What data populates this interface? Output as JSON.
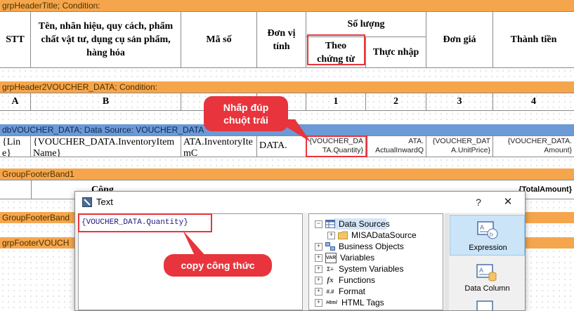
{
  "bands": {
    "header_title": "grpHeaderTitle; Condition:",
    "header2": "grpHeader2VOUCHER_DATA; Condition:",
    "data": "dbVOUCHER_DATA; Data Source: VOUCHER_DATA",
    "footer1": "GroupFooterBand1",
    "footer2": "GroupFooterBand",
    "footer3": "grpFooterVOUCH"
  },
  "columns": {
    "stt": "STT",
    "name": "Tên, nhãn hiệu, quy cách, phẩm chất vật tư, dụng cụ sản phẩm, hàng hóa",
    "code": "Mã số",
    "unit": "Đơn vị tính",
    "quantity_group": "Số lượng",
    "qty_voucher": "Theo chứng từ",
    "qty_actual": "Thực nhập",
    "price": "Đơn giá",
    "amount": "Thành tiền"
  },
  "index_row": [
    "A",
    "B",
    "",
    "",
    "1",
    "2",
    "3",
    "4"
  ],
  "data_row": {
    "stt": "{Line}",
    "name": "{VOUCHER_DATA.InventoryItemName}",
    "code": "ATA.InventoryItemC",
    "unit": "DATA.",
    "qty_voucher": "{VOUCHER_DATA.Quantity}",
    "qty_actual_line1": "ATA.",
    "qty_actual_line2": "ActualInwardQ",
    "price_line1": "{VOUCHER_DAT",
    "price_line2": "A.UnitPrice}",
    "amount_line1": "{VOUCHER_DATA.",
    "amount_line2": "Amount}"
  },
  "footer_row": {
    "label": "Cộng",
    "total": "{TotalAmount}"
  },
  "callouts": {
    "double_click": "Nhấp đúp chuột trái",
    "copy": "copy công thức"
  },
  "dialog": {
    "title": "Text",
    "help": "?",
    "close": "✕",
    "expression": "{VOUCHER_DATA.Quantity}",
    "tree": [
      {
        "label": "Data Sources",
        "icon": "datasource-icon",
        "expanded": true,
        "level": 0
      },
      {
        "label": "MISADataSource",
        "icon": "folder-icon",
        "expanded": false,
        "level": 1
      },
      {
        "label": "Business Objects",
        "icon": "business-objects-icon",
        "expanded": false,
        "level": 0
      },
      {
        "label": "Variables",
        "icon": "variables-icon",
        "expanded": false,
        "level": 0
      },
      {
        "label": "System Variables",
        "icon": "system-variables-icon",
        "expanded": false,
        "level": 0
      },
      {
        "label": "Functions",
        "icon": "functions-icon",
        "expanded": false,
        "level": 0
      },
      {
        "label": "Format",
        "icon": "format-icon",
        "expanded": false,
        "level": 0
      },
      {
        "label": "HTML Tags",
        "icon": "html-tags-icon",
        "expanded": false,
        "level": 0
      }
    ],
    "tree_icon_glyphs": [
      "",
      "",
      "",
      "VAR",
      "Σ≡",
      "fx",
      "#.#",
      "Html"
    ],
    "side_buttons": {
      "expression": "Expression",
      "data_column": "Data Column"
    }
  },
  "colors": {
    "band_orange": "#f5a64c",
    "band_blue": "#6b9ad6",
    "callout_red": "#e8343c",
    "selected_button": "#cce4f7"
  }
}
